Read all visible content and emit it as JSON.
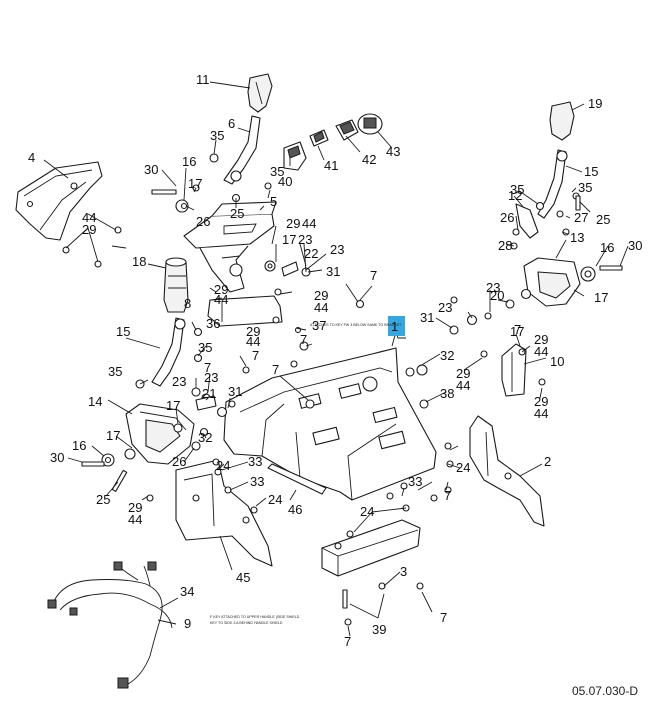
{
  "diagram": {
    "drawing_code": "05.07.030-D",
    "highlighted_callout": "1",
    "notes": [
      "ATTACHES TO KEY FW 3 BELOW SAME TO BRACKET",
      "F KEY ATTACHED TO UPPER HANDLE (SIDE SHIELD",
      "KEY TO SIDE 3 A BEHIND HANDLE SHIELD"
    ],
    "callouts": {
      "c1": "1",
      "c2": "2",
      "c3": "3",
      "c4": "4",
      "c5": "5",
      "c6": "6",
      "c7a": "7",
      "c7b": "7",
      "c7c": "7",
      "c7d": "7",
      "c7e": "7",
      "c7f": "7",
      "c7g": "7",
      "c7h": "7",
      "c7i": "7",
      "c8": "8",
      "c9": "9",
      "c10": "10",
      "c11": "11",
      "c12": "12",
      "c13": "13",
      "c14": "14",
      "c15a": "15",
      "c15b": "15",
      "c16a": "16",
      "c16b": "16",
      "c16c": "16",
      "c17a": "17",
      "c17b": "17",
      "c17c": "17",
      "c17d": "17",
      "c17e": "17",
      "c17f": "17",
      "c18": "18",
      "c19": "19",
      "c20": "20",
      "c21": "21",
      "c22": "22",
      "c23a": "23",
      "c23b": "23",
      "c23c": "23",
      "c23d": "23",
      "c23e": "23",
      "c24a": "24",
      "c24b": "24",
      "c24c": "24",
      "c24d": "24",
      "c25a": "25",
      "c25b": "25",
      "c25c": "25",
      "c26a": "26",
      "c26b": "26",
      "c26c": "26",
      "c27": "27",
      "c28": "28",
      "c29a": "29",
      "c29b": "29",
      "c29c": "29",
      "c29d": "29",
      "c29e": "29",
      "c29f": "29",
      "c29g": "29",
      "c29h": "29",
      "c29i": "29",
      "c29j": "29",
      "c30a": "30",
      "c30b": "30",
      "c30c": "30",
      "c31a": "31",
      "c31b": "31",
      "c31c": "31",
      "c32a": "32",
      "c32b": "32",
      "c33a": "33",
      "c33b": "33",
      "c33c": "33",
      "c34": "34",
      "c35a": "35",
      "c35b": "35",
      "c35c": "35",
      "c35d": "35",
      "c35e": "35",
      "c35f": "35",
      "c36": "36",
      "c37": "37",
      "c38": "38",
      "c39": "39",
      "c40": "40",
      "c41": "41",
      "c42": "42",
      "c43": "43",
      "c44a": "44",
      "c44b": "44",
      "c44c": "44",
      "c44d": "44",
      "c44e": "44",
      "c44f": "44",
      "c44g": "44",
      "c44h": "44",
      "c44i": "44",
      "c44j": "44",
      "c45": "45",
      "c46": "46"
    }
  }
}
